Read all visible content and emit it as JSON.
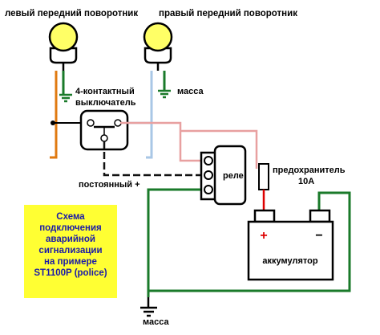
{
  "labels": {
    "left_turn_signal": "левый передний поворотник",
    "right_turn_signal": "правый передний поворотник",
    "ground_right": "масса",
    "switch_line1": "4-контактный",
    "switch_line2": "выключатель",
    "relay": "реле",
    "fuse_line1": "предохранитель",
    "fuse_line2": "10А",
    "constant_plus": "постоянный +",
    "battery": "аккумулятор",
    "battery_plus": "+",
    "battery_minus": "−",
    "ground_bottom": "масса"
  },
  "caption": {
    "lines": [
      "Схема",
      "подключения",
      "аварийной",
      "сигнализации",
      "на примере",
      "ST1100P (police)"
    ]
  },
  "colors": {
    "wire_orange": "#e07a10",
    "wire_green": "#1a7a2a",
    "wire_pink": "#e8a0a0",
    "wire_blue": "#a9c7e6",
    "wire_black": "#111111",
    "caption_bg": "#ffff33",
    "caption_text": "#1a1aa8",
    "battery_plus": "#dd0000"
  }
}
